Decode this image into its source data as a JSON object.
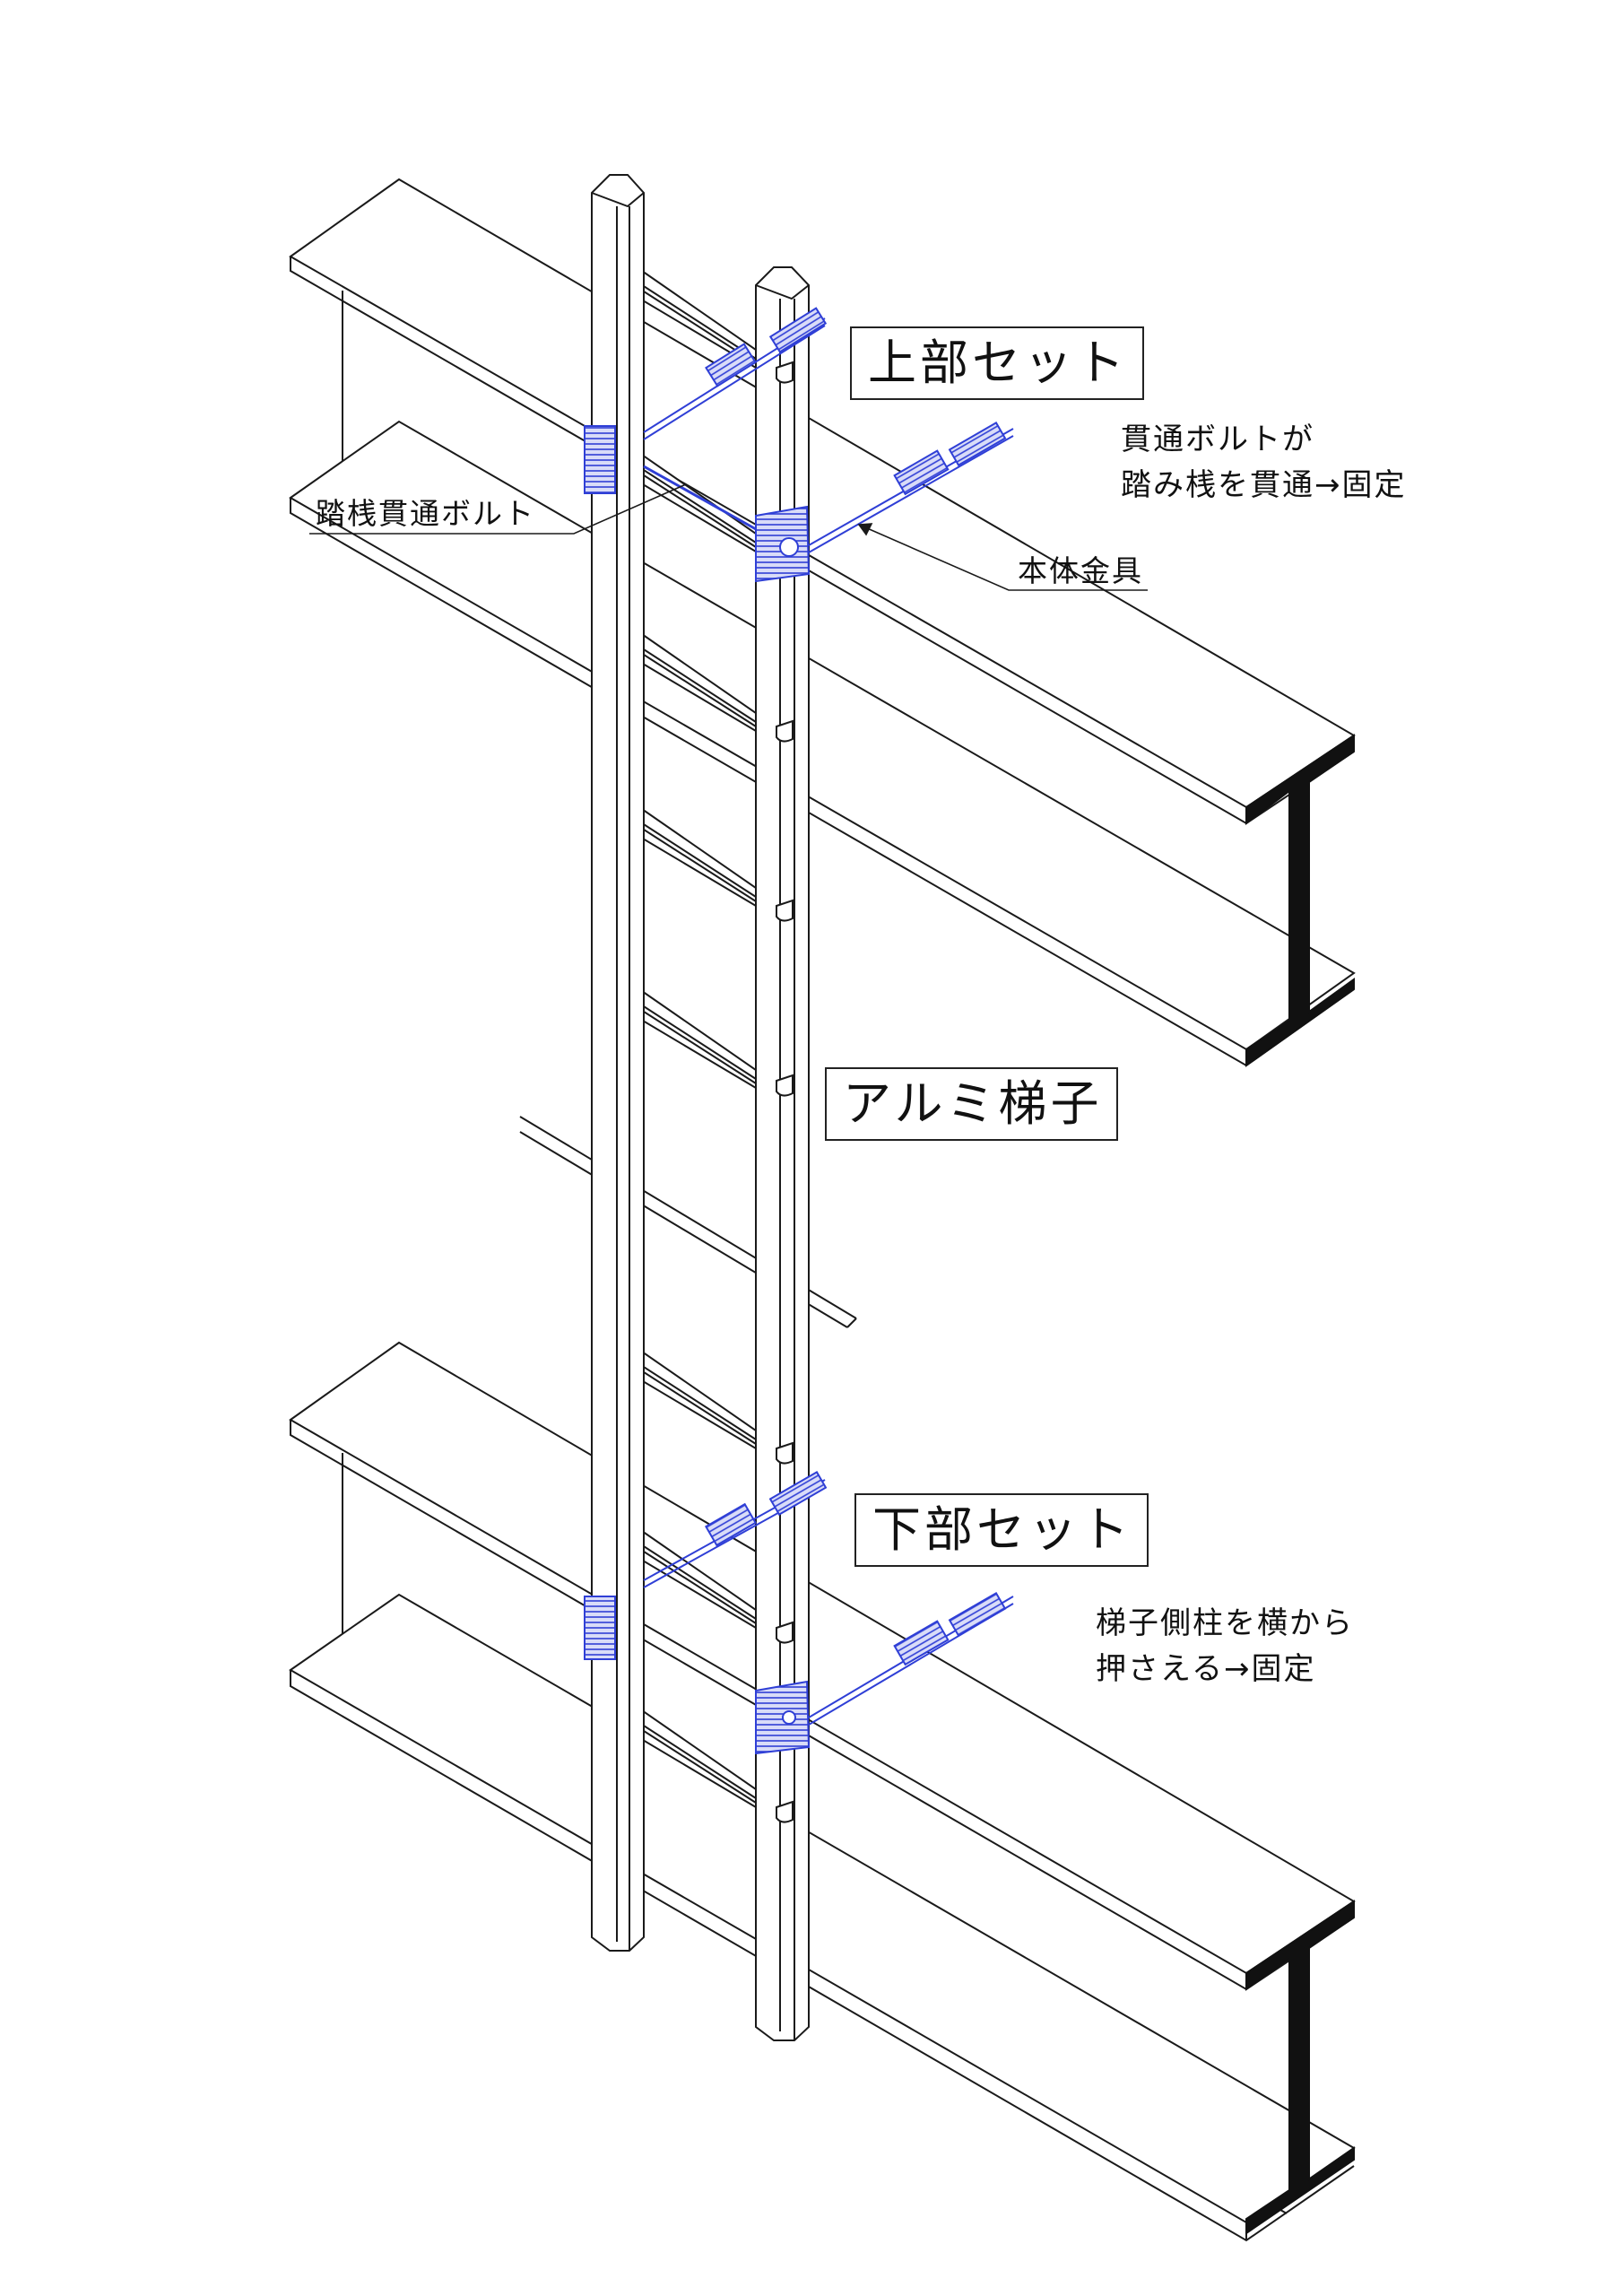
{
  "labels": {
    "upper_set": "上部セット",
    "lower_set": "下部セット",
    "aluminum_ladder": "アルミ梯子",
    "rung_bolt": "踏桟貫通ボルト",
    "main_bracket": "本体金具",
    "upper_note": [
      "貫通ボルトが",
      "踏み桟を貫通→固定"
    ],
    "lower_note": [
      "梯子側柱を横から",
      "押さえる→固定"
    ]
  },
  "colors": {
    "line": "#1a1a1a",
    "bracket": "#2f3fd6",
    "bracket_fill": "#c9cdf5"
  }
}
